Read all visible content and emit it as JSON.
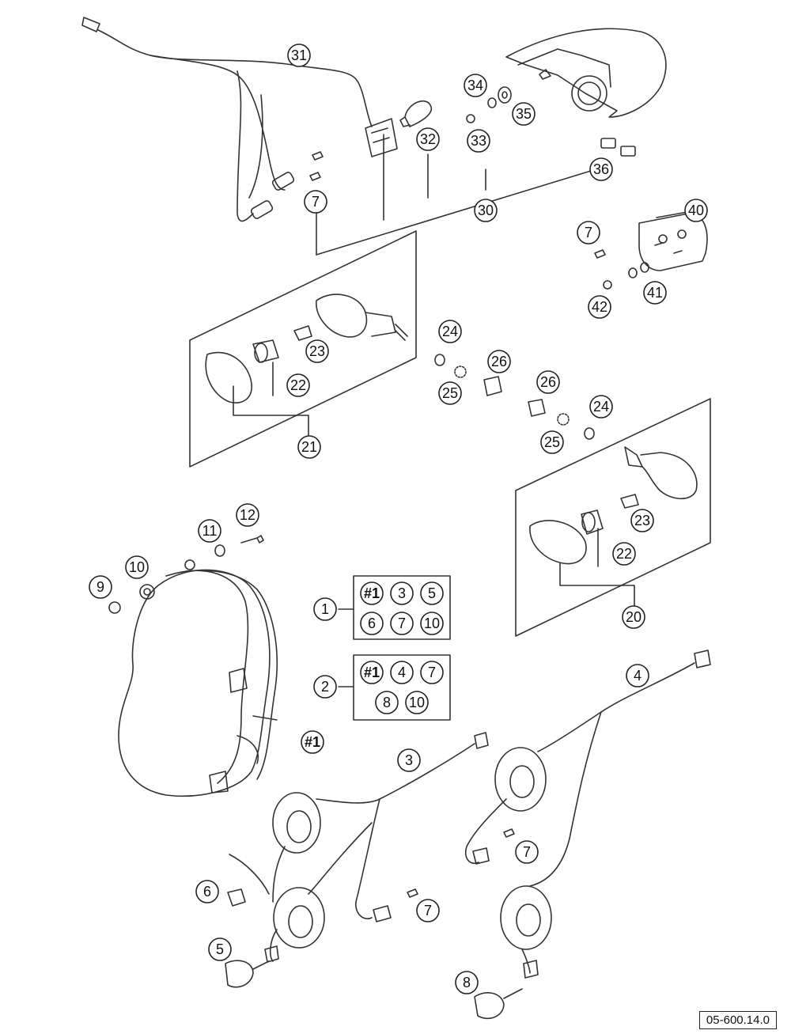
{
  "diagram": {
    "drawing_code": "05-600.14.0",
    "callouts": [
      {
        "id": "c31",
        "text": "31"
      },
      {
        "id": "c32",
        "text": "32"
      },
      {
        "id": "c33",
        "text": "33"
      },
      {
        "id": "c34",
        "text": "34"
      },
      {
        "id": "c35",
        "text": "35"
      },
      {
        "id": "c36",
        "text": "36"
      },
      {
        "id": "c30",
        "text": "30"
      },
      {
        "id": "c7a",
        "text": "7"
      },
      {
        "id": "c40",
        "text": "40"
      },
      {
        "id": "c7b",
        "text": "7"
      },
      {
        "id": "c41",
        "text": "41"
      },
      {
        "id": "c42",
        "text": "42"
      },
      {
        "id": "c23a",
        "text": "23"
      },
      {
        "id": "c22a",
        "text": "22"
      },
      {
        "id": "c21",
        "text": "21"
      },
      {
        "id": "c24a",
        "text": "24"
      },
      {
        "id": "c25a",
        "text": "25"
      },
      {
        "id": "c26a",
        "text": "26"
      },
      {
        "id": "c26b",
        "text": "26"
      },
      {
        "id": "c24b",
        "text": "24"
      },
      {
        "id": "c25b",
        "text": "25"
      },
      {
        "id": "c23b",
        "text": "23"
      },
      {
        "id": "c22b",
        "text": "22"
      },
      {
        "id": "c20",
        "text": "20"
      },
      {
        "id": "c12",
        "text": "12"
      },
      {
        "id": "c11",
        "text": "11"
      },
      {
        "id": "c10",
        "text": "10"
      },
      {
        "id": "c9",
        "text": "9"
      },
      {
        "id": "c1",
        "text": "1"
      },
      {
        "id": "c2",
        "text": "2"
      },
      {
        "id": "chash",
        "text": "#1"
      },
      {
        "id": "c4",
        "text": "4"
      },
      {
        "id": "c3",
        "text": "3"
      },
      {
        "id": "c7c",
        "text": "7"
      },
      {
        "id": "c6",
        "text": "6"
      },
      {
        "id": "c7d",
        "text": "7"
      },
      {
        "id": "c5",
        "text": "5"
      },
      {
        "id": "c8",
        "text": "8"
      }
    ],
    "kit_1": {
      "label": "1",
      "items": [
        "#1",
        "3",
        "5",
        "6",
        "7",
        "10"
      ]
    },
    "kit_2": {
      "label": "2",
      "items": [
        "#1",
        "4",
        "7",
        "8",
        "10"
      ]
    }
  }
}
